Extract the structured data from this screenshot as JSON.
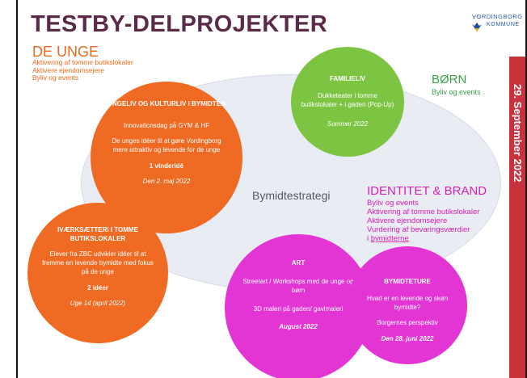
{
  "title": "TESTBY-DELPROJEKTER",
  "logo": {
    "line1": "VORDINGBORG",
    "line2": "KOMMUNE"
  },
  "sidebar_date": "29. September 2022",
  "de_unge": {
    "heading": "DE UNGE",
    "lines": [
      "Aktivering af tomme butikslokaler",
      "Aktivere ejendomsejere",
      "Byliv og events"
    ]
  },
  "born": {
    "heading": "BØRN",
    "lines": [
      "Byliv og events"
    ]
  },
  "identitet": {
    "heading": "IDENTITET & BRAND",
    "lines": [
      "Byliv og events",
      "Aktivering af tomme butikslokaler",
      "Aktivere ejendomsejere",
      "Vurdering af bevaringsværdier"
    ],
    "last_prefix": "i ",
    "last_link": "bymidterne"
  },
  "center_label": "Bymidtestrategi",
  "circles": {
    "ungeliv": {
      "title": "UNGELIV OG KULTURLIV I BYMIDTEN",
      "text1": "Innovationsdag på GYM & HF",
      "text2": "De unges idéer til at gøre Vordingborg mere attraktiv og levende for de unge",
      "result": "1 vinderidé",
      "date": "Den 2. maj 2022"
    },
    "ivaerksaetteri": {
      "title": "IVÆRKSÆTTERI I TOMME BUTIKSLOKALER",
      "text1": "Elever fra ZBC udvikler idéer til at fremme en levende bymidte med fokus på de unge",
      "result": "2 idéer",
      "date": "Uge 14 (april 2022)"
    },
    "familieliv": {
      "title": "FAMILIELIV",
      "text1": "Dukketeater i tomme butikslokaler + i gaden (Pop-Up)",
      "date": "Sommer 2022"
    },
    "art": {
      "title": "ART",
      "text1": "Streetart / Workshops med de unge og børn",
      "text2": "3D maleri på gaden/ gavlmaleri",
      "date": "August 2022"
    },
    "bymidteture": {
      "title": "BYMIDTETURE",
      "text1": "Hvad er en levende og skøn bymidte?",
      "text2": "Borgernes perspektiv",
      "date": "Den 28. juni 2022"
    }
  },
  "colors": {
    "title": "#5b2a48",
    "orange": "#ef6a22",
    "green": "#7dc442",
    "magenta": "#e334d4",
    "sidebar": "#c8323c",
    "ellipse": "#e9ecf3"
  }
}
